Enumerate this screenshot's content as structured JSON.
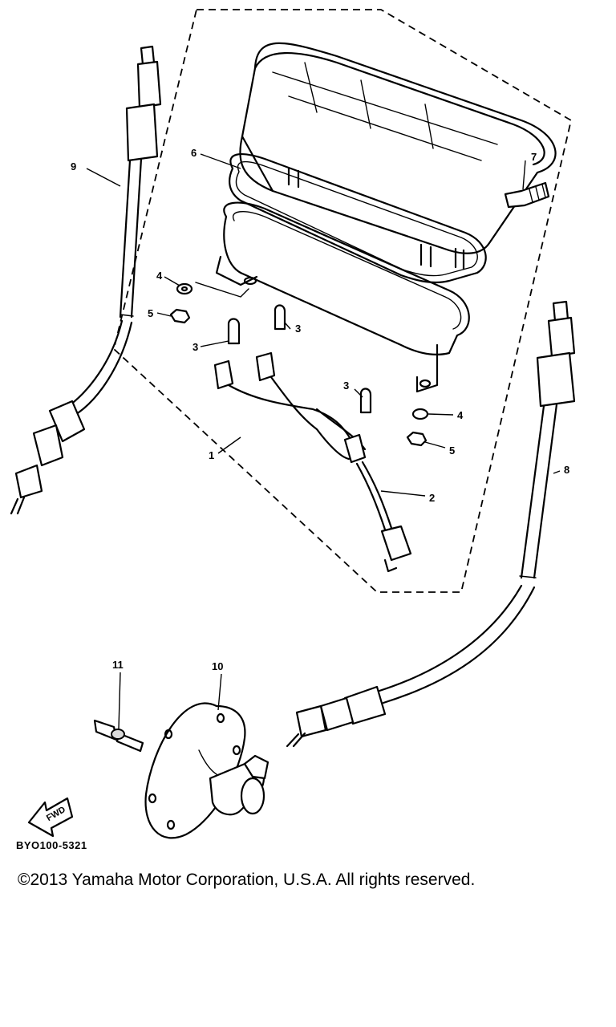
{
  "callouts": {
    "c1": "1",
    "c2": "2",
    "c3a": "3",
    "c3b": "3",
    "c3c": "3",
    "c4a": "4",
    "c4b": "4",
    "c5a": "5",
    "c5b": "5",
    "c6": "6",
    "c7": "7",
    "c8": "8",
    "c9": "9",
    "c10": "10",
    "c11": "11"
  },
  "fwd_label": "FWD",
  "diagram_code": "BYO100-5321",
  "copyright": "©2013 Yamaha Motor Corporation, U.S.A. All rights reserved."
}
